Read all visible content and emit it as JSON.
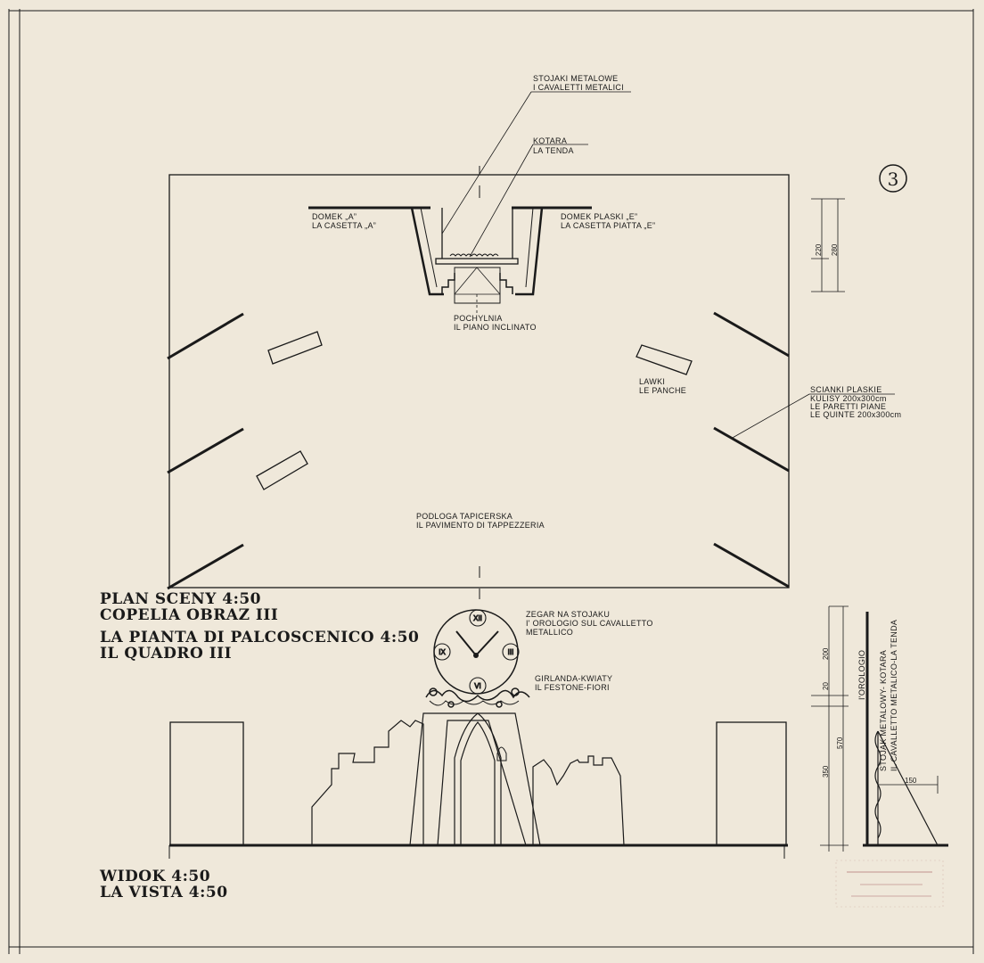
{
  "sheet_number": "3",
  "plan": {
    "labels": {
      "stojaki": [
        "STOJAKI METALOWE",
        "I CAVALETTI METALICI"
      ],
      "kotara": [
        "KOTARA",
        "LA TENDA"
      ],
      "domek_a": [
        "DOMEK „A”",
        "LA CASETTA „A”"
      ],
      "domek_e": [
        "DOMEK PLASKI „E”",
        "LA CASETTA PIATTA „E”"
      ],
      "pochylnia": [
        "POCHYLNIA",
        "IL PIANO INCLINATO"
      ],
      "lawki": [
        "LAWKI",
        "LE PANCHE"
      ],
      "scianki": [
        "SCIANKI PLASKIE",
        "KULISY 200x300cm",
        "LE PARETTI PIANE",
        "LE QUINTE 200x300cm"
      ],
      "podloga": [
        "PODLOGA TAPICERSKA",
        "IL PAVIMENTO DI TAPPEZZERIA"
      ]
    },
    "dimensions": [
      "220",
      "280"
    ]
  },
  "elevation": {
    "labels": {
      "zegar": [
        "ZEGAR NA STOJAKU",
        "I' OROLOGIO SUL CAVALLETTO",
        "METALLICO"
      ],
      "girlanda": [
        "GIRLANDA-KWIATY",
        "IL FESTONE-FIORI"
      ],
      "stojak_side": [
        "STOJAK METALOWY- KOTARA",
        "IL CAVALLETTO METALICO-LA TENDA"
      ],
      "orologio_side": "I'OROLOGIO"
    },
    "clock_numerals": [
      "XII",
      "III",
      "VI",
      "IX"
    ],
    "dimensions": [
      "200",
      "20",
      "570",
      "350",
      "150"
    ]
  },
  "titles": {
    "plan": [
      "PLAN SCENY  4:50",
      "COPELIA OBRAZ III"
    ],
    "plan_it": [
      "LA PIANTA DI PALCOSCENICO  4:50",
      "IL QUADRO  III"
    ],
    "view": [
      "WIDOK  4:50",
      "LA VISTA  4:50"
    ]
  }
}
